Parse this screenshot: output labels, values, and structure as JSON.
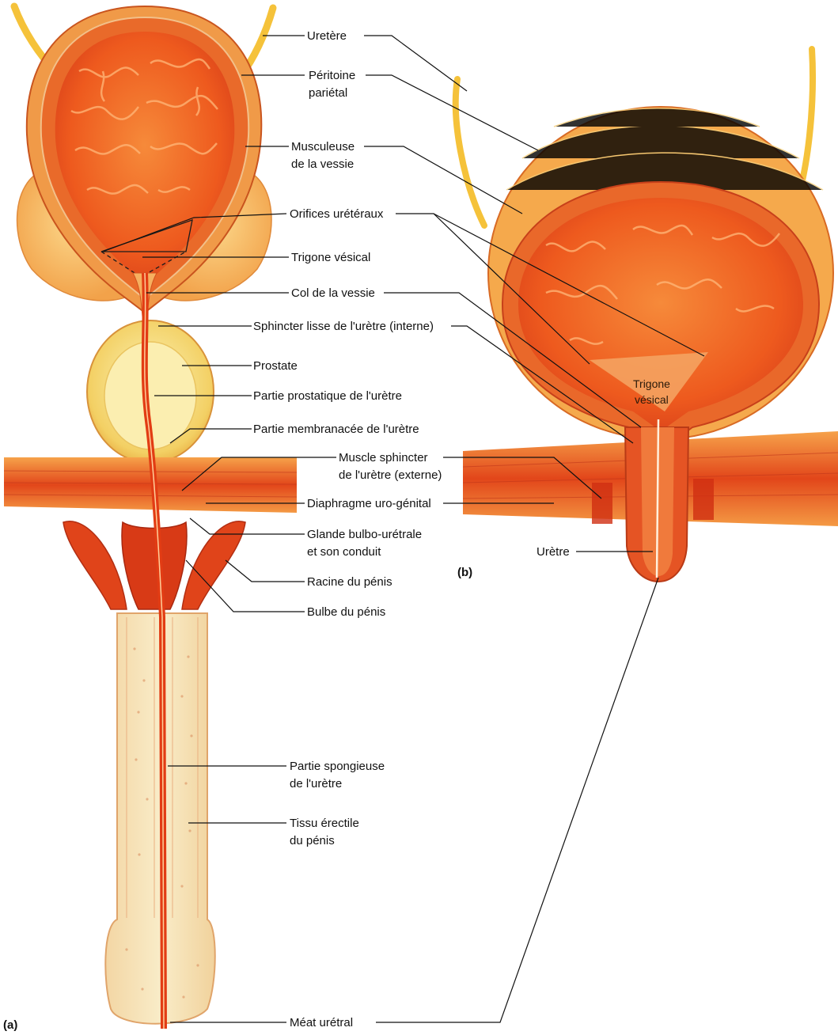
{
  "panels": {
    "a": "(a)",
    "b": "(b)"
  },
  "labels": {
    "uretere": "Uretère",
    "peritoine_1": "Péritoine",
    "peritoine_2": "pariétal",
    "musculeuse_1": "Musculeuse",
    "musculeuse_2": "de la vessie",
    "orifices": "Orifices urétéraux",
    "trigone": "Trigone vésical",
    "col": "Col de la vessie",
    "sphincter_lisse": "Sphincter lisse de l'urètre (interne)",
    "prostate": "Prostate",
    "partie_prostatique": "Partie prostatique de l'urètre",
    "partie_membranacee": "Partie membranacée de l'urètre",
    "muscle_sphincter_1": "Muscle sphincter",
    "muscle_sphincter_2": "de l'urètre (externe)",
    "diaphragme": "Diaphragme uro-génital",
    "glande_1": "Glande bulbo-urétrale",
    "glande_2": "et son conduit",
    "racine": "Racine du pénis",
    "bulbe": "Bulbe du pénis",
    "spongieuse_1": "Partie spongieuse",
    "spongieuse_2": "de l'urètre",
    "tissu_1": "Tissu érectile",
    "tissu_2": "du pénis",
    "meat": "Méat urétral",
    "urethre_b": "Urètre",
    "trigone_b_1": "Trigone",
    "trigone_b_2": "vésical"
  },
  "colors": {
    "bladder_lumen": "#f0581e",
    "bladder_wall": "#e8803a",
    "peritoneum": "#f6b35a",
    "muscle": "#e24a1c",
    "tissue_light": "#f7e3b4",
    "ureter": "#f5c23a"
  }
}
